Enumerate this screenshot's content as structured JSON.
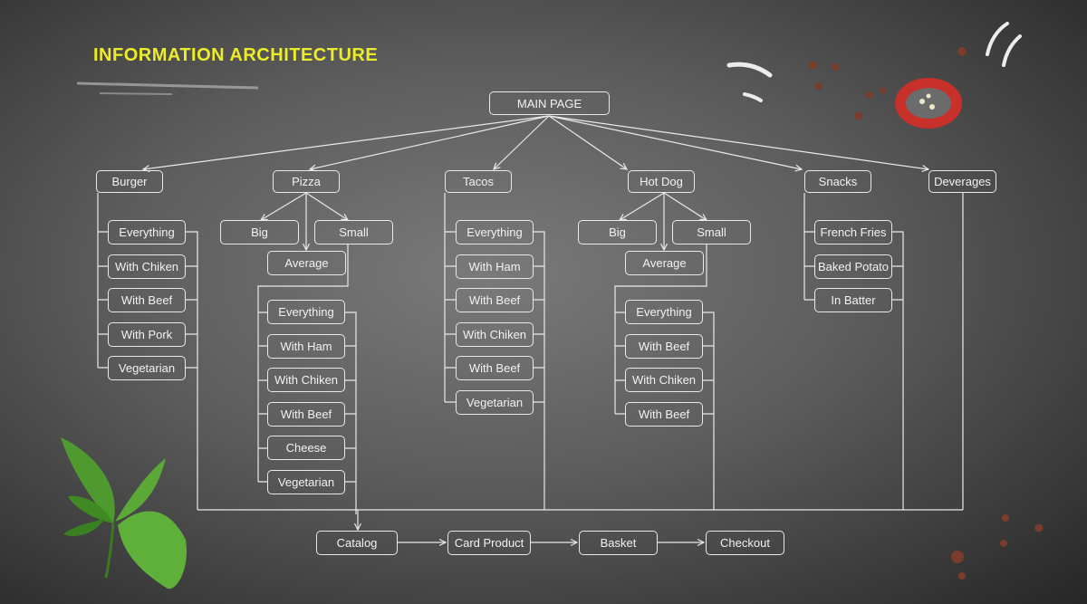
{
  "title": "INFORMATION ARCHITECTURE",
  "colors": {
    "title": "#ecec2a",
    "line": "#e9e9e9",
    "background": "#5c5c5c"
  },
  "nodes": {
    "main_page": "MAIN PAGE",
    "burger": "Burger",
    "pizza": "Pizza",
    "tacos": "Tacos",
    "hot_dog": "Hot Dog",
    "snacks": "Snacks",
    "deverages": "Deverages",
    "burger_items": [
      "Everything",
      "With Chiken",
      "With Beef",
      "With Pork",
      "Vegetarian"
    ],
    "pizza_sizes": [
      "Big",
      "Small",
      "Average"
    ],
    "pizza_items": [
      "Everything",
      "With Ham",
      "With Chiken",
      "With Beef",
      "Cheese",
      "Vegetarian"
    ],
    "tacos_items": [
      "Everything",
      "With Ham",
      "With Beef",
      "With Chiken",
      "With Beef",
      "Vegetarian"
    ],
    "hotdog_sizes": [
      "Big",
      "Small",
      "Average"
    ],
    "hotdog_items": [
      "Everything",
      "With Beef",
      "With Chiken",
      "With Beef"
    ],
    "snacks_items": [
      "French Fries",
      "Baked Potato",
      "In Batter"
    ],
    "flow": [
      "Catalog",
      "Card Product",
      "Basket",
      "Checkout"
    ]
  }
}
